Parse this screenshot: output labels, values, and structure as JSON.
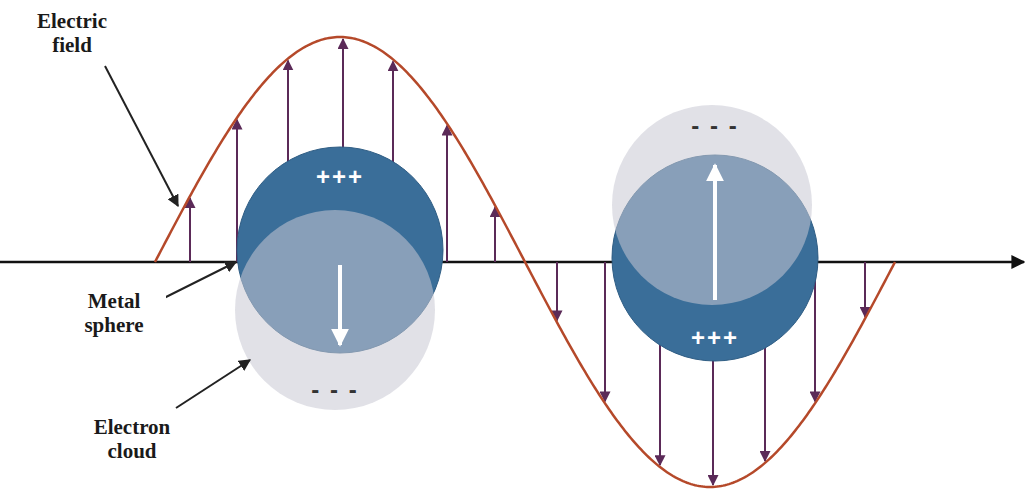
{
  "diagram": {
    "labels": [
      "Electric field",
      "+++",
      "Metal sphere",
      "- - -",
      "Electron cloud",
      "- - -",
      "+++"
    ]
  }
}
